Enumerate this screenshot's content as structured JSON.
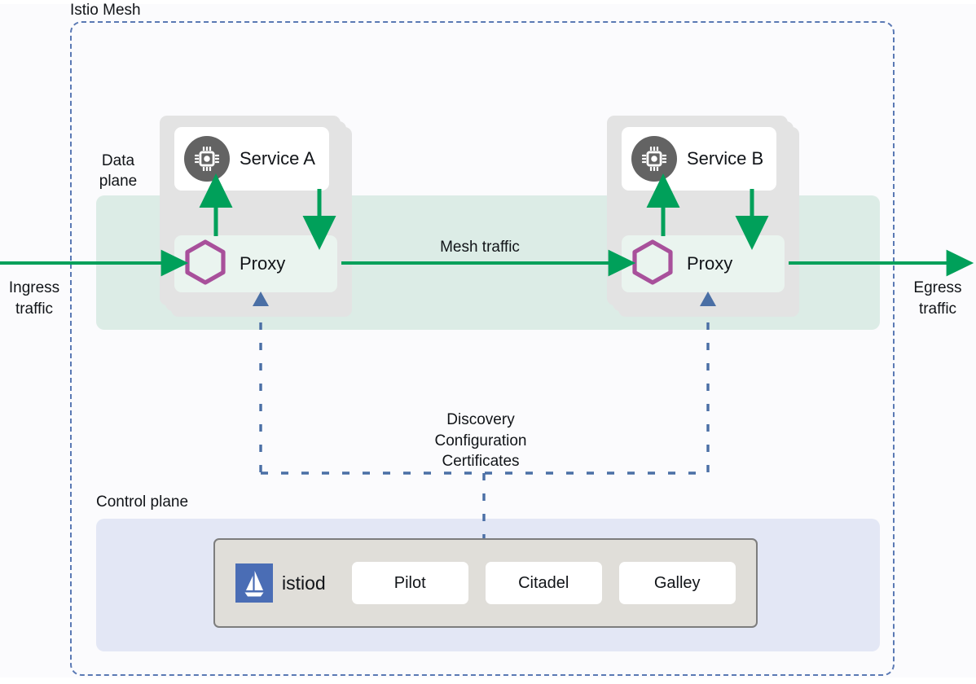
{
  "diagram": {
    "title": "Istio Mesh",
    "mesh_border_color": "#5a79b4"
  },
  "planes": {
    "data_plane_label": "Data\nplane",
    "control_plane_label": "Control plane",
    "data_plane_color": "#dcece6",
    "control_plane_color": "#e3e7f5"
  },
  "traffic": {
    "ingress_label": "Ingress\ntraffic",
    "egress_label": "Egress\ntraffic",
    "mesh_traffic_label": "Mesh traffic",
    "arrow_color": "#00a05a"
  },
  "control_channel": {
    "label": "Discovery\nConfiguration\nCertificates",
    "line_color": "#4a6fa5"
  },
  "pods": [
    {
      "service_name": "Service A",
      "service_icon": "cpu-chip-icon",
      "proxy_name": "Proxy",
      "proxy_icon": "hexagon-icon",
      "proxy_icon_color": "#a8509b"
    },
    {
      "service_name": "Service B",
      "service_icon": "cpu-chip-icon",
      "proxy_name": "Proxy",
      "proxy_icon": "hexagon-icon",
      "proxy_icon_color": "#a8509b"
    }
  ],
  "istiod": {
    "name": "istiod",
    "logo_icon": "istio-sailboat-logo",
    "logo_color": "#4a6db5",
    "components": [
      {
        "label": "Pilot"
      },
      {
        "label": "Citadel"
      },
      {
        "label": "Galley"
      }
    ]
  }
}
